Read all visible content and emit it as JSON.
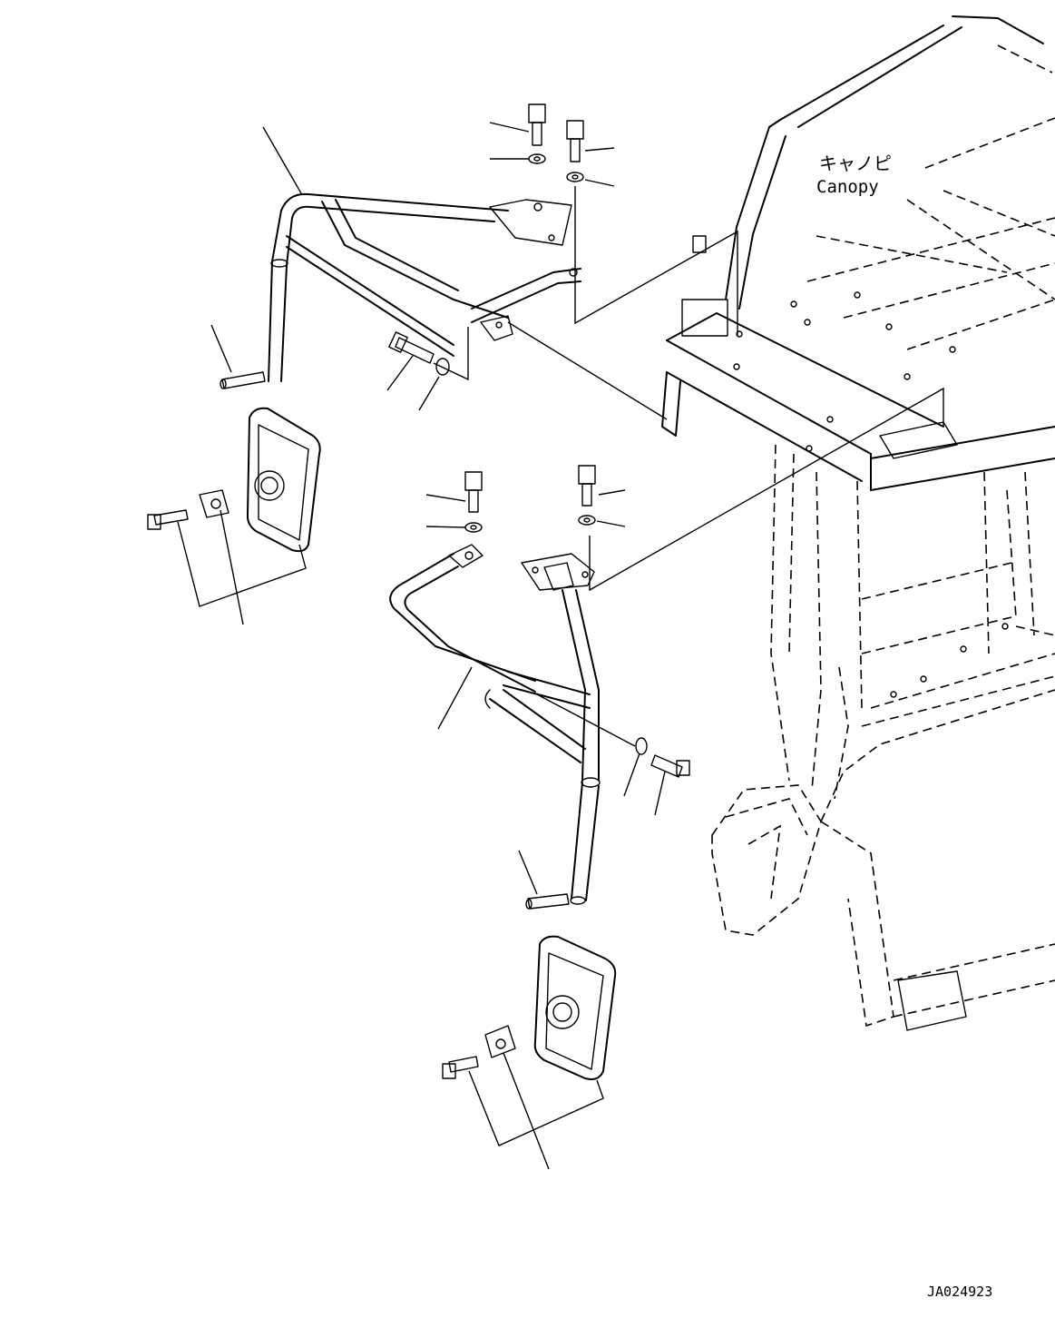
{
  "canopy": {
    "label_jp": "キャノピ",
    "label_en": "Canopy"
  },
  "drawing_id": "JA024923"
}
